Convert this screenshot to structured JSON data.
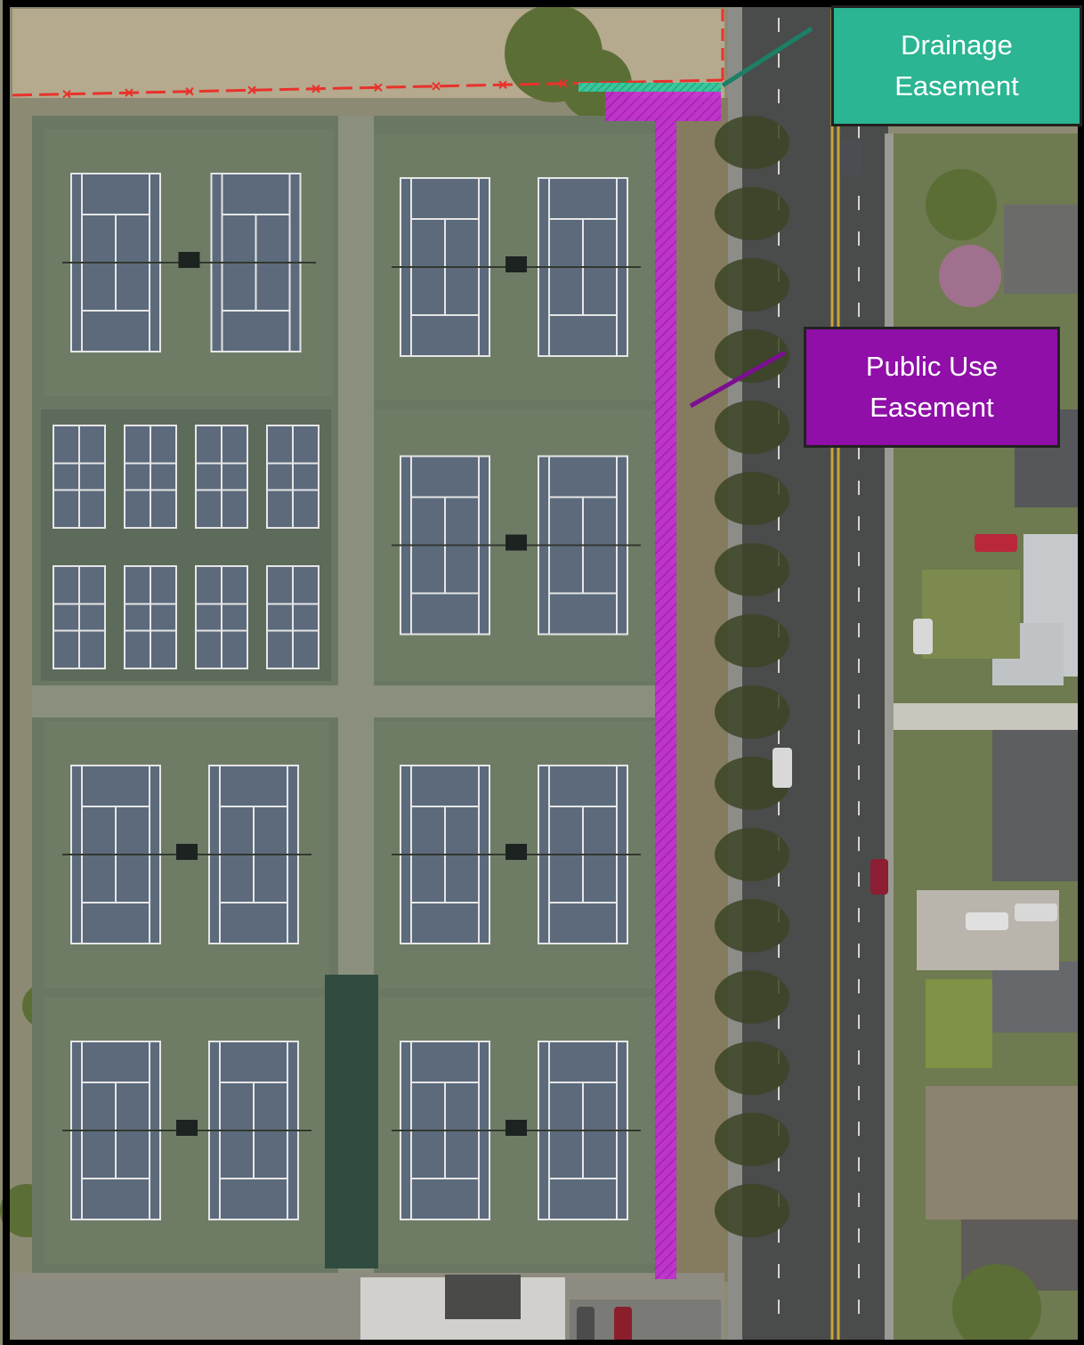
{
  "labels": {
    "drainage": {
      "line1": "Drainage",
      "line2": "Easement"
    },
    "public_use": {
      "line1": "Public Use",
      "line2": "Easement"
    }
  },
  "colors": {
    "drainage": "#2bb592",
    "public_use": "#8f0fa8",
    "easement_strip": "#cc2fd8",
    "property_line": "#e8322b",
    "court_surface": "#5c6a7c",
    "court_surround": "#6e7c66",
    "road": "#4a4b4b",
    "grass": "#7b8a55",
    "tree_canopy": "#4d5e33"
  },
  "icons": [
    "tree-canopy-icon",
    "car-icon",
    "house-roof-icon"
  ]
}
